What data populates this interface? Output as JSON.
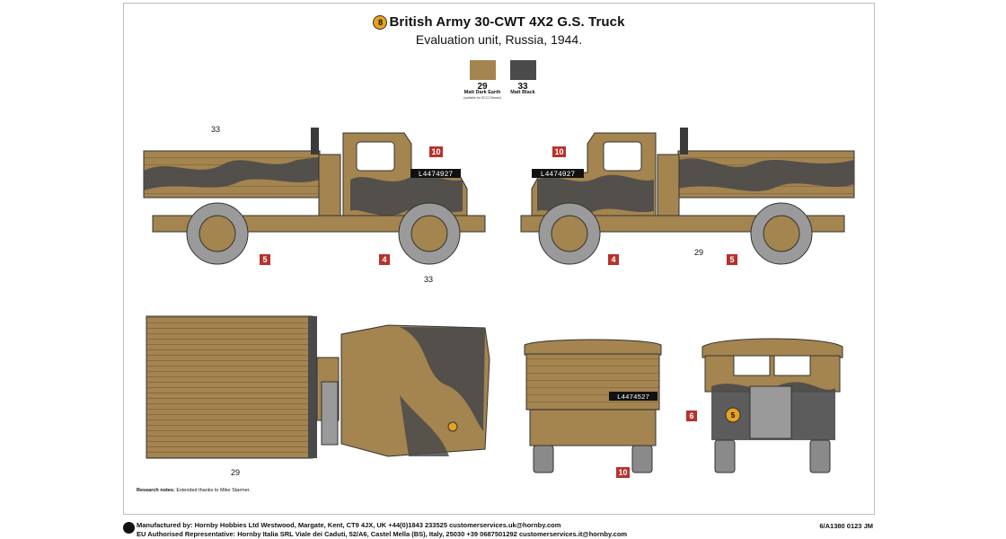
{
  "header": {
    "badge": "8",
    "title": "British Army 30-CWT 4X2 G.S. Truck",
    "subtitle": "Evaluation  unit, Russia, 1944."
  },
  "paints": [
    {
      "code": "29",
      "name": "Matt Dark Earth",
      "sub": "(suitable for SCC2 Brown)",
      "color": "#a4844f"
    },
    {
      "code": "33",
      "name": "Matt Black",
      "sub": "",
      "color": "#4a4a4a"
    }
  ],
  "registration": "L4474927",
  "rear_registration": "L4474527",
  "callouts": {
    "left_top": "33",
    "left_bottom": "33",
    "right_bottom": "29",
    "top_view": "29"
  },
  "decal_tags": {
    "a": "10",
    "b": "5",
    "c": "4",
    "d": "10",
    "e": "4",
    "f": "5",
    "g": "10",
    "h": "6"
  },
  "research_note_label": "Research notes:",
  "research_note_text": "Extended thanks to Mike Starmer.",
  "footer": {
    "line1": "Manufactured by: Hornby Hobbies Ltd Westwood, Margate, Kent, CT9 4JX, UK +44(0)1843 233525 customerservices.uk@hornby.com",
    "line2": "EU Authorised Representative: Hornby Italia SRL Viale dei Caduti, 52/A6, Castel Mella (BS), Italy, 25030 +39 0687501292 customerservices.it@hornby.com",
    "code": "6/A1380 0123 JM"
  },
  "colors": {
    "earth": "#a4844f",
    "black": "#4a4a4a",
    "tag": "#b8312b",
    "badge": "#e8a21c"
  }
}
